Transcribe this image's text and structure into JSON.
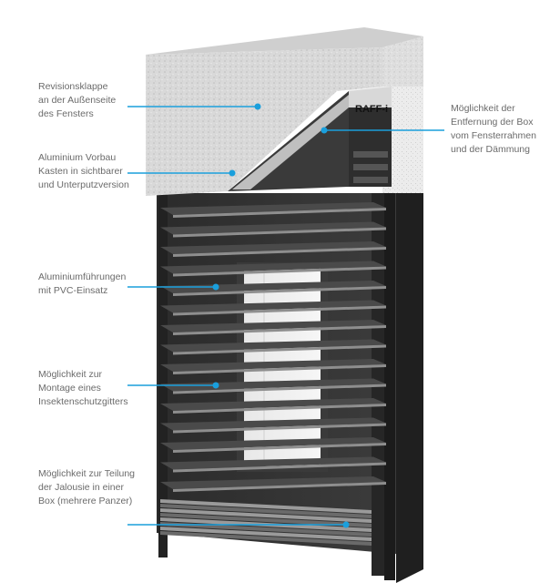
{
  "accent_color": "#1a9fdc",
  "brand_plate": "RAFF-i",
  "callouts": [
    {
      "id": "revision",
      "lines": [
        "Revisionsklappe",
        "an der Außenseite",
        "des Fensters"
      ]
    },
    {
      "id": "aluminium-box",
      "lines": [
        "Aluminium Vorbau",
        "Kasten in sichtbarer",
        "und Unterputzversion"
      ]
    },
    {
      "id": "guides",
      "lines": [
        "Aluminiumführungen",
        "mit PVC-Einsatz"
      ]
    },
    {
      "id": "insect-screen",
      "lines": [
        "Möglichkeit zur",
        "Montage eines",
        "Insektenschutzgitters"
      ]
    },
    {
      "id": "split",
      "lines": [
        "Möglichkeit zur Teilung",
        "der Jalousie in einer",
        "Box (mehrere Panzer)"
      ]
    },
    {
      "id": "removal",
      "lines": [
        "Möglichkeit der",
        "Entfernung der Box",
        "vom Fensterrahmen",
        "und der Dämmung"
      ]
    }
  ]
}
